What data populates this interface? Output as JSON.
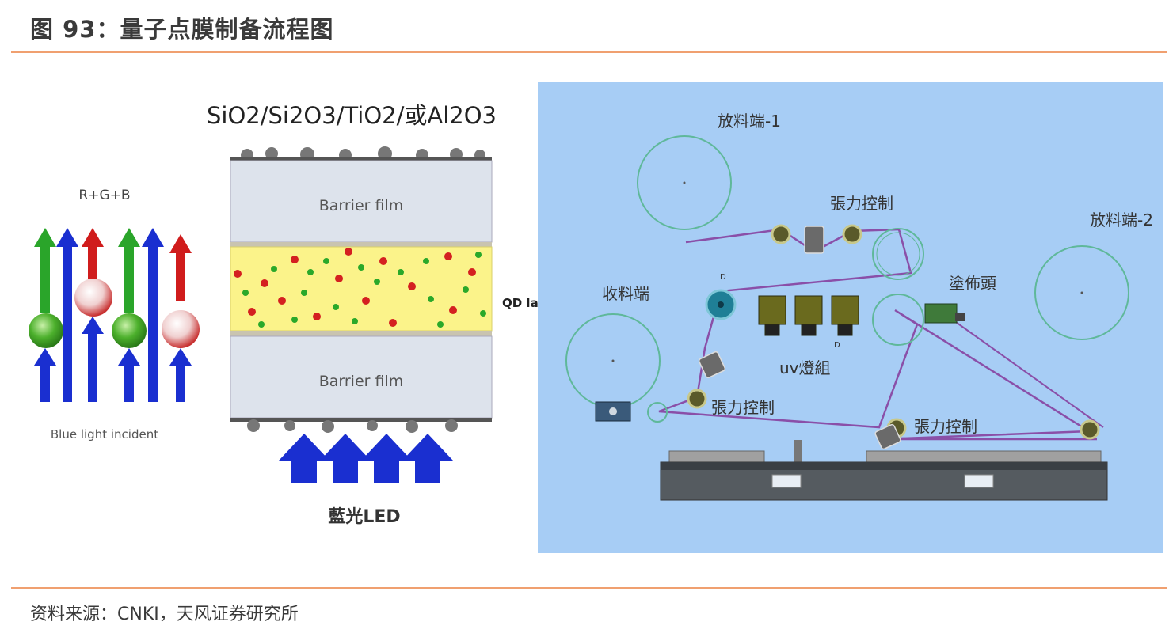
{
  "header": {
    "title": "图 93：量子点膜制备流程图"
  },
  "footer": {
    "source": "资料来源：CNKI，天风证券研究所"
  },
  "left_panel": {
    "rgb_label": "R+G+B",
    "incident_label": "Blue light incident"
  },
  "middle_panel": {
    "coating_label": "SiO2/Si2O3/TiO2/或Al2O3",
    "barrier_top": "Barrier film",
    "barrier_bottom": "Barrier film",
    "qd_layer_label": "QD lay",
    "led_label": "藍光LED"
  },
  "machine_panel": {
    "unwind1": "放料端-1",
    "unwind2": "放料端-2",
    "tension_top": "張力控制",
    "tension_left": "張力控制",
    "tension_bottom": "張力控制",
    "coating_head": "塗佈頭",
    "uv_group": "uv燈組",
    "rewind": "收料端",
    "mark_d1": "D",
    "mark_d2": "D"
  },
  "colors": {
    "accent_rule": "#f0a070",
    "blue_arrow": "#1a2fd0",
    "green_arrow": "#2aa52a",
    "red_arrow": "#d01c1c",
    "qd_layer": "#fbf38a",
    "barrier": "#dde3ec",
    "machine_bg": "#a7cdf5",
    "roller": "#5fb89a",
    "web": "#8a4fa8"
  }
}
